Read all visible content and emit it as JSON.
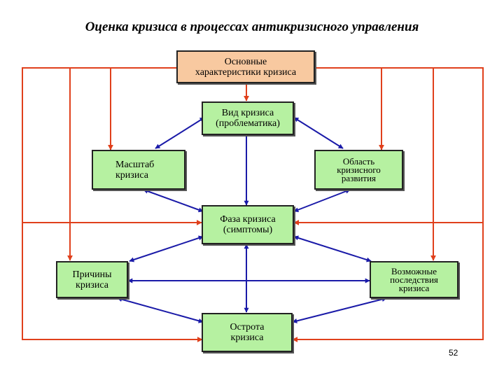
{
  "title": "Оценка кризиса в процессах антикризисного управления",
  "nodes": {
    "main": {
      "line1": "Основные",
      "line2": "характеристики кризиса"
    },
    "type": {
      "line1": "Вид кризиса",
      "line2": "(проблематика)"
    },
    "scale": {
      "line1": "Масштаб",
      "line2": "кризиса"
    },
    "area": {
      "line1": "Область",
      "line2": "кризисного",
      "line3": "развития"
    },
    "phase": {
      "line1": "Фаза кризиса",
      "line2": "(симптомы)"
    },
    "causes": {
      "line1": "Причины",
      "line2": "кризиса"
    },
    "consequences": {
      "line1": "Возможные",
      "line2": "последствия",
      "line3": "кризиса"
    },
    "severity": {
      "line1": "Острота",
      "line2": "кризиса"
    }
  },
  "colors": {
    "blue_arrow": "#1a1aa8",
    "red_arrow": "#e0401c",
    "green_box": "#b6f1a1",
    "peach_box": "#f8c9a0"
  },
  "page_number": "52"
}
